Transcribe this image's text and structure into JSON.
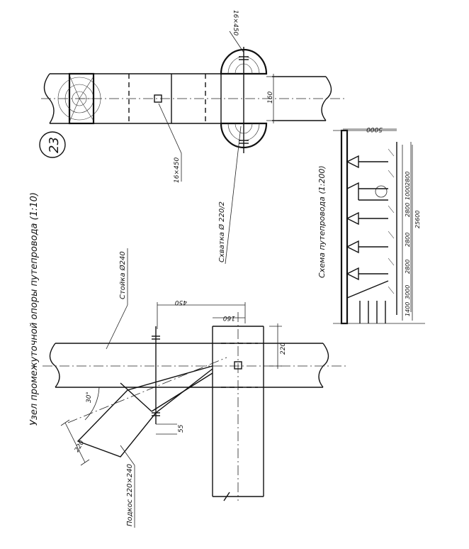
{
  "drawing": {
    "title": "Узел промежуточной опоры путепровода (1:10)",
    "number": "23",
    "scheme_title": "Схема путепровода (1:200)"
  },
  "labels": {
    "stoyka": "Стойка Ø240",
    "podkos": "Подкос 220×240",
    "skhvatka": "Схватка Ø 220/2",
    "bolt_top": "16×450",
    "bolt_left": "16×450"
  },
  "dimensions": {
    "d450": "450",
    "d160_lower": "160",
    "d220_lower": "220",
    "d30deg": "30°",
    "d220_brace": "220",
    "d55": "55",
    "d160_upper": "160"
  },
  "scheme": {
    "width_label": "5000",
    "spans": [
      "2800",
      "1000",
      "2800",
      "2800",
      "2800",
      "3000",
      "1400"
    ],
    "total": "25600"
  }
}
